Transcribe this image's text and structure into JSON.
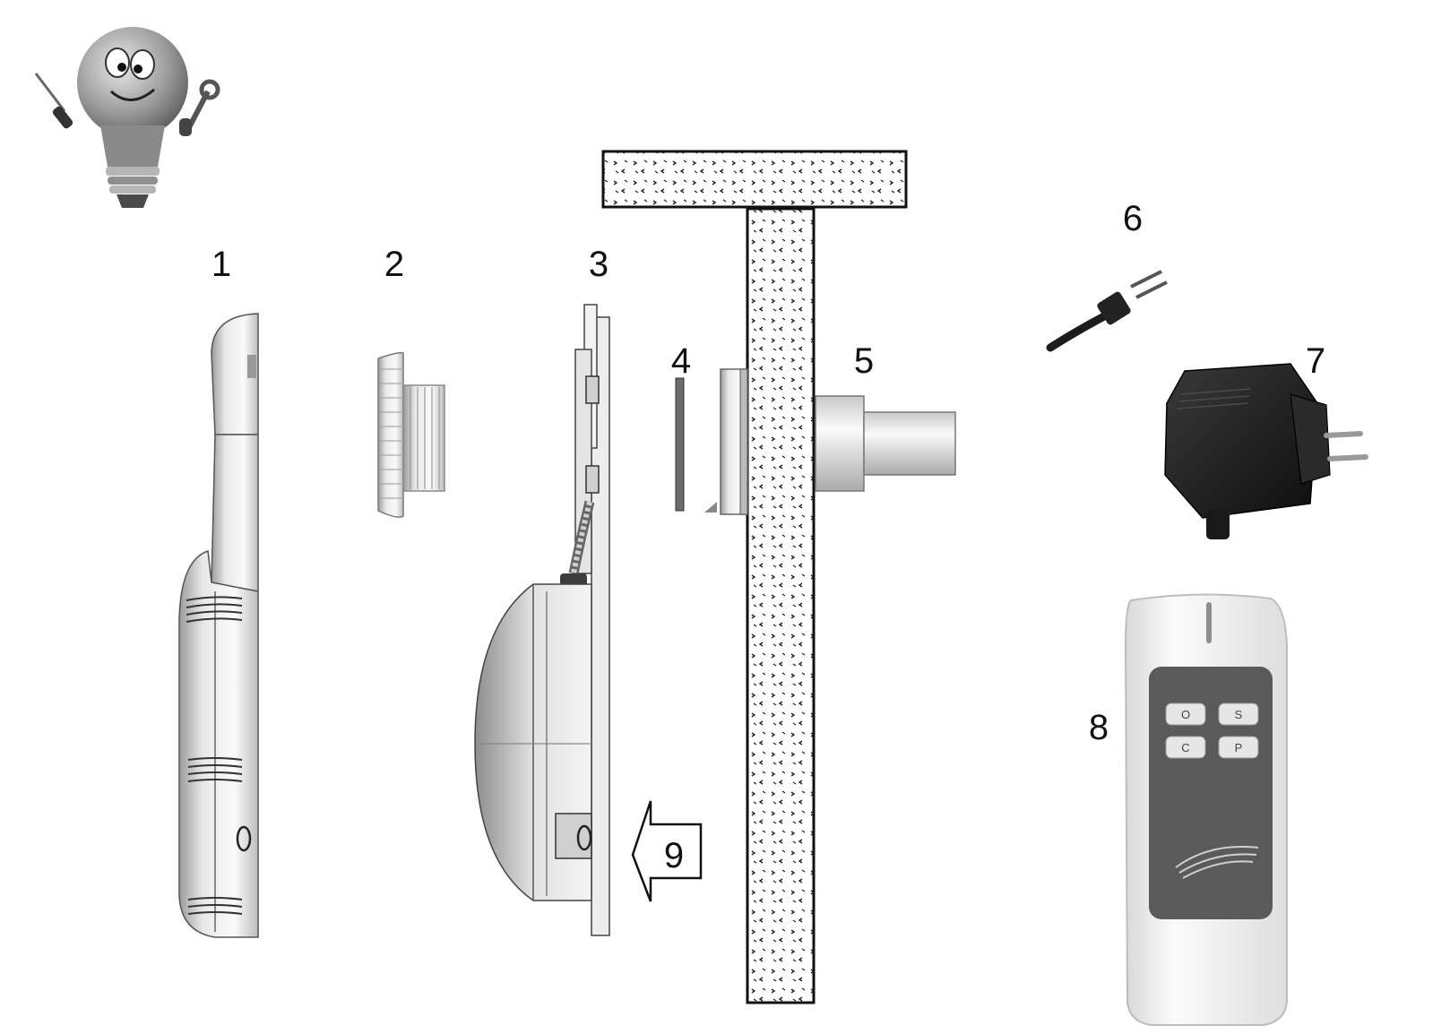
{
  "diagram": {
    "labels": {
      "part1": "1",
      "part2": "2",
      "part3": "3",
      "part4": "4",
      "part5": "5",
      "part6": "6",
      "part7": "7",
      "part8": "8",
      "part9": "9"
    },
    "remote_buttons": {
      "on": "O",
      "speed": "S",
      "color": "C",
      "program": "P"
    },
    "icons": {
      "mascot": "lightbulb-mascot-icon",
      "arrow": "arrow-left-icon"
    },
    "colors": {
      "wall_outline": "#111111",
      "remote_panel": "#5a5a5a",
      "adapter_body": "#1e1e1e"
    }
  }
}
